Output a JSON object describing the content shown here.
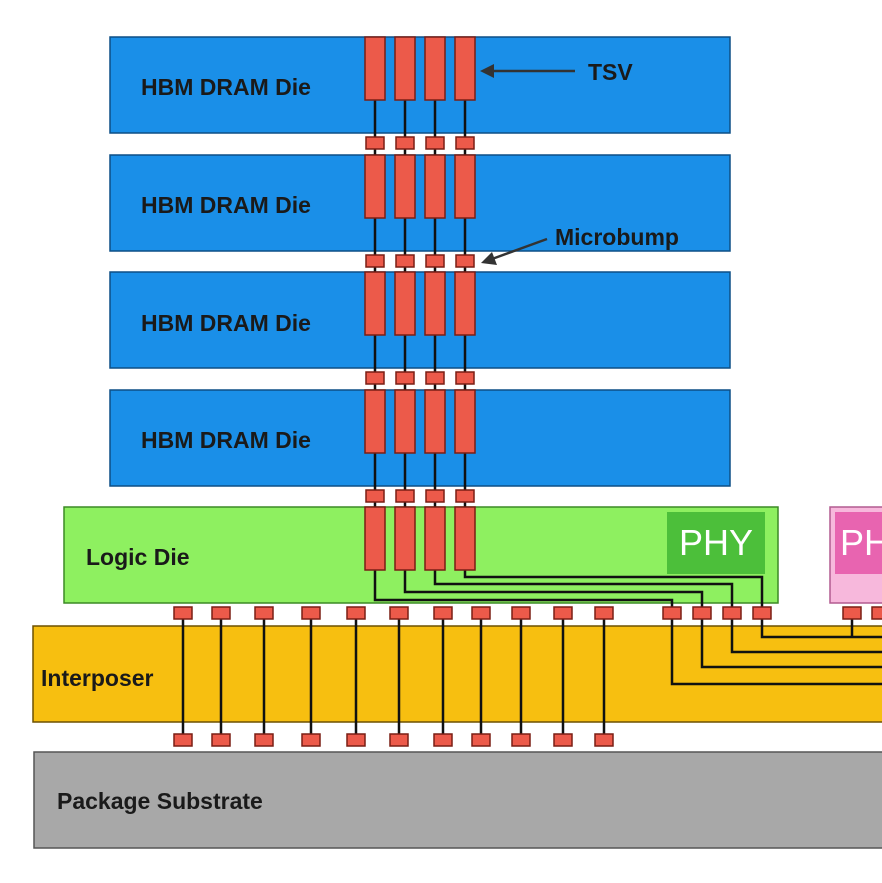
{
  "labels": {
    "hbm_die": "HBM DRAM Die",
    "logic_die": "Logic Die",
    "interposer": "Interposer",
    "package_substrate": "Package Substrate",
    "tsv": "TSV",
    "microbump": "Microbump",
    "phy": "PHY"
  },
  "colors": {
    "hbm_die": "#1a8fe8",
    "logic_die": "#8ef060",
    "phy_logic": "#4cbf3a",
    "phy_right": "#e864b0",
    "interposer": "#f7bf10",
    "package_substrate": "#a8a8a8",
    "tsv": "#ec5a4a",
    "wire": "#111111"
  }
}
